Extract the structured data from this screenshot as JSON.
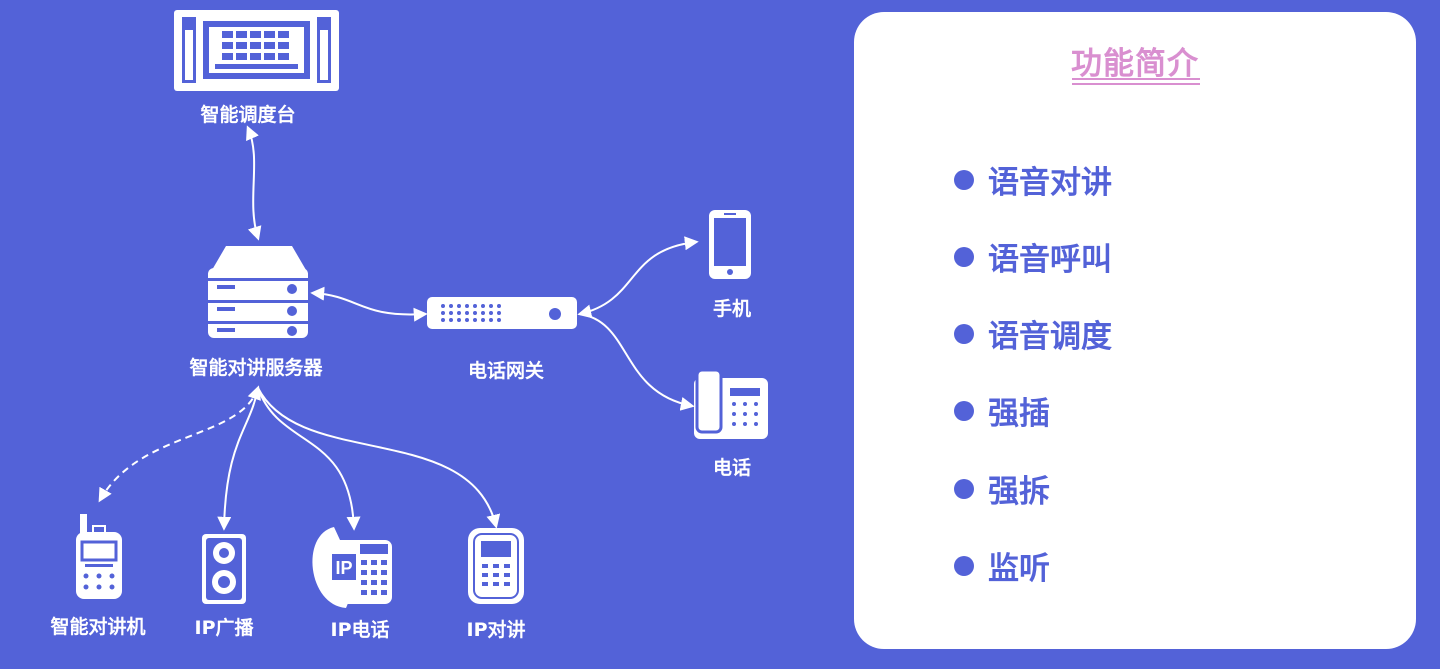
{
  "diagram": {
    "nodes": {
      "console": "智能调度台",
      "server": "智能对讲服务器",
      "gateway": "电话网关",
      "mobile": "手机",
      "phone": "电话",
      "radio": "智能对讲机",
      "broadcast": "IP广播",
      "ipphone": "IP电话",
      "intercom": "IP对讲"
    }
  },
  "panel": {
    "title": "功能简介",
    "features": [
      "语音对讲",
      "语音呼叫",
      "语音调度",
      "强插",
      "强拆",
      "监听"
    ]
  },
  "colors": {
    "background": "#5362d8",
    "accent": "#d98fd0",
    "panel": "#ffffff"
  }
}
